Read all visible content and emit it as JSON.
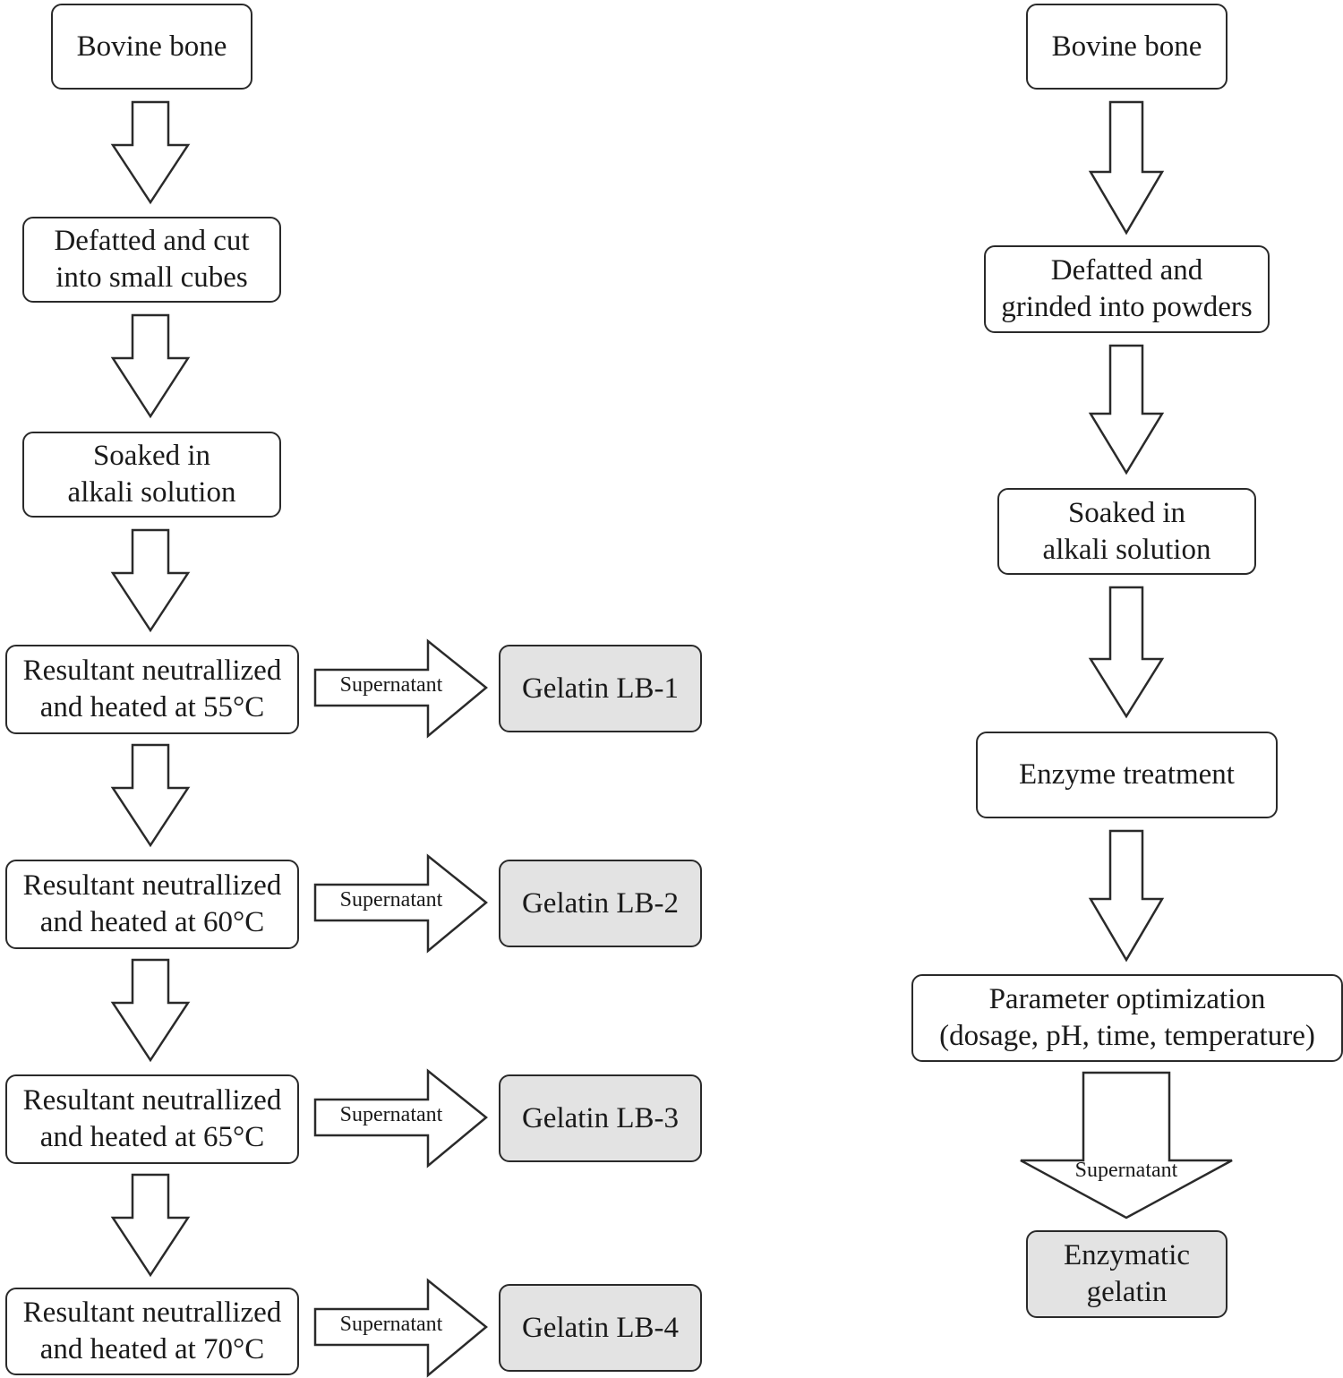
{
  "left_flow": {
    "steps": [
      "Bovine bone",
      "Defatted and cut\ninto small cubes",
      "Soaked in\nalkali solution",
      "Resultant neutrallized\nand heated at 55°C",
      "Resultant neutrallized\nand heated at 60°C",
      "Resultant neutrallized\nand heated at 65°C",
      "Resultant neutrallized\nand heated at 70°C"
    ],
    "arrow_label": "Supernatant",
    "outputs": [
      "Gelatin LB-1",
      "Gelatin LB-2",
      "Gelatin LB-3",
      "Gelatin LB-4"
    ]
  },
  "right_flow": {
    "steps": [
      "Bovine bone",
      "Defatted and\ngrinded into powders",
      "Soaked in\nalkali solution",
      "Enzyme treatment",
      "Parameter optimization\n(dosage, pH, time, temperature)"
    ],
    "arrow_label": "Supernatant",
    "output": "Enzymatic\ngelatin"
  },
  "colors": {
    "stroke": "#2a2a2a",
    "output_fill": "#e3e3e3",
    "box_fill": "#ffffff"
  }
}
